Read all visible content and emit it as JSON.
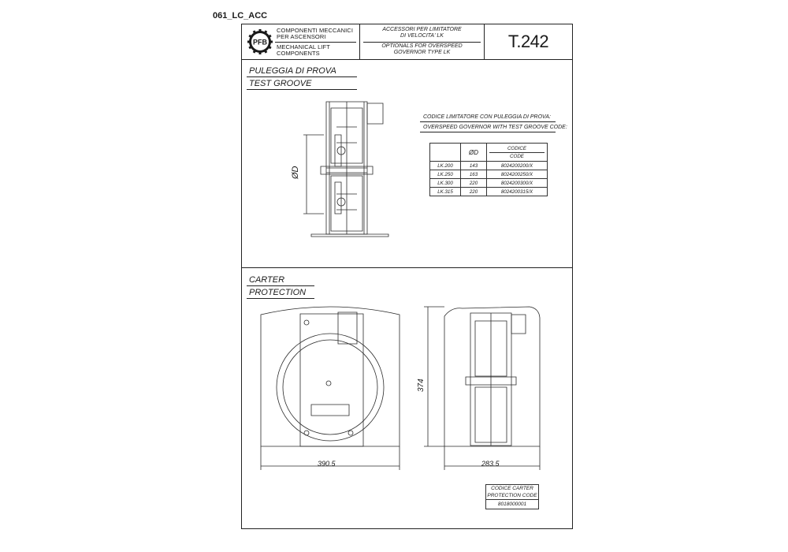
{
  "document_id": "061_LC_ACC",
  "header": {
    "logo_letters": "PFB",
    "company_it": [
      "COMPONENTI MECCANICI",
      "PER ASCENSORI"
    ],
    "company_en": [
      "MECHANICAL LIFT",
      "COMPONENTS"
    ],
    "title_it": [
      "ACCESSORI PER LIMITATORE",
      "DI VELOCITA' LK"
    ],
    "title_en": [
      "OPTIONALS FOR OVERSPEED",
      "GOVERNOR TYPE LK"
    ],
    "sheet_code": "T.242"
  },
  "section_test_groove": {
    "title_it": "PULEGGIA DI PROVA",
    "title_en": "TEST GROOVE",
    "dimension_label": "ØD",
    "table_title_it": "CODICE LIMITATORE CON PULEGGIA DI PROVA:",
    "table_title_en": "OVERSPEED GOVERNOR WITH TEST GROOVE CODE:",
    "columns": [
      "",
      "ØD",
      "CODICE",
      "CODE"
    ],
    "rows": [
      {
        "model": "LK.200",
        "diameter": "143",
        "code": "8024200200/X"
      },
      {
        "model": "LK.250",
        "diameter": "163",
        "code": "8024200250/X"
      },
      {
        "model": "LK.300",
        "diameter": "220",
        "code": "8024200300/X"
      },
      {
        "model": "LK.315",
        "diameter": "220",
        "code": "8024200315/X"
      }
    ]
  },
  "section_protection": {
    "title_it": "CARTER",
    "title_en": "PROTECTION",
    "width_front": "390.5",
    "width_side": "283.5",
    "height": "374",
    "code_label_it": "CODICE CARTER",
    "code_label_en": "PROTECTION CODE",
    "code_value": "8018000001"
  }
}
